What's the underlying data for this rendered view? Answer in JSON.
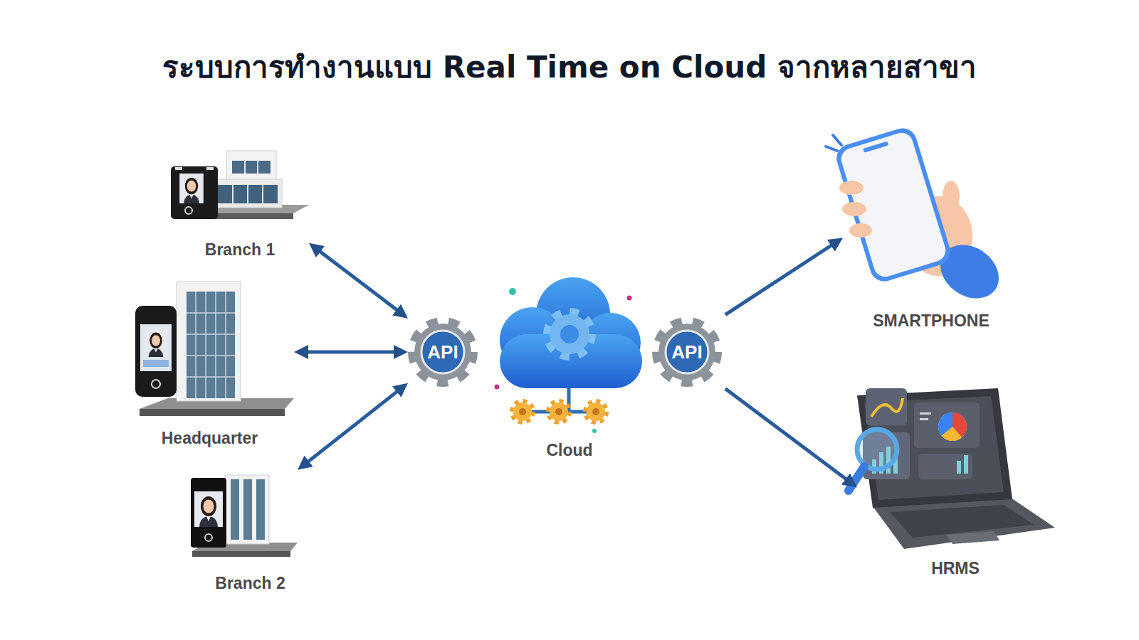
{
  "diagram": {
    "title": "ระบบการทำงานแบบ Real Time on Cloud จากหลายสาขา",
    "nodes": [
      {
        "text": [
          "Branch 1"
        ]
      },
      {
        "text": [
          "Headquarter"
        ]
      },
      {
        "text": [
          "Branch 2"
        ]
      },
      {
        "text": [
          "API"
        ]
      },
      {
        "text": [
          "Cloud"
        ]
      },
      {
        "text": [
          "API"
        ]
      },
      {
        "text": [
          "SMARTPHONE"
        ]
      },
      {
        "text": [
          "HRMS"
        ]
      }
    ],
    "edges": [
      {
        "from": 0,
        "to": 3,
        "arrow": "both"
      },
      {
        "from": 1,
        "to": 3,
        "arrow": "both"
      },
      {
        "from": 2,
        "to": 3,
        "arrow": "both"
      },
      {
        "from": 5,
        "to": 6,
        "arrow": "to"
      },
      {
        "from": 5,
        "to": 7,
        "arrow": "to"
      }
    ]
  }
}
